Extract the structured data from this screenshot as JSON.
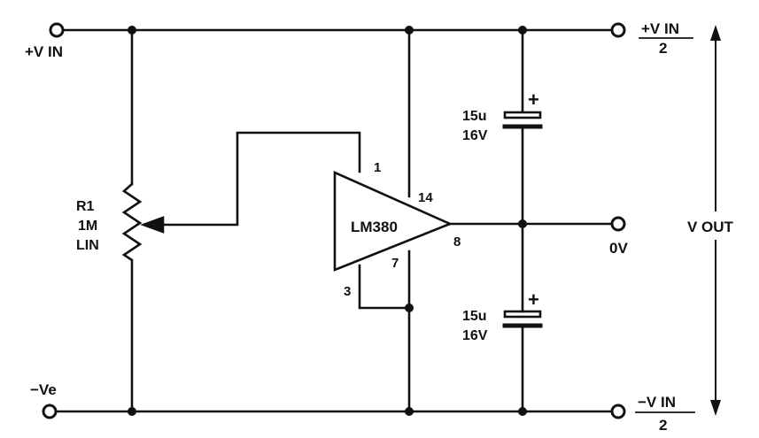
{
  "colors": {
    "ink": "#111111",
    "paper": "#ffffff"
  },
  "terminals": {
    "vin_pos": "+V IN",
    "vin_neg": "−Ve",
    "out_top_num": "+V IN",
    "out_top_den": "2",
    "out_mid": "0V",
    "out_bot_num": "−V IN",
    "out_bot_den": "2",
    "vout": "V OUT"
  },
  "resistor": {
    "ref": "R1",
    "value": "1M",
    "taper": "LIN"
  },
  "amplifier": {
    "part": "LM380",
    "pins": {
      "p1": "1",
      "p3": "3",
      "p7": "7",
      "p8": "8",
      "p14": "14"
    }
  },
  "capacitors": [
    {
      "value": "15u",
      "voltage": "16V",
      "polarity": "+"
    },
    {
      "value": "15u",
      "voltage": "16V",
      "polarity": "+"
    }
  ]
}
